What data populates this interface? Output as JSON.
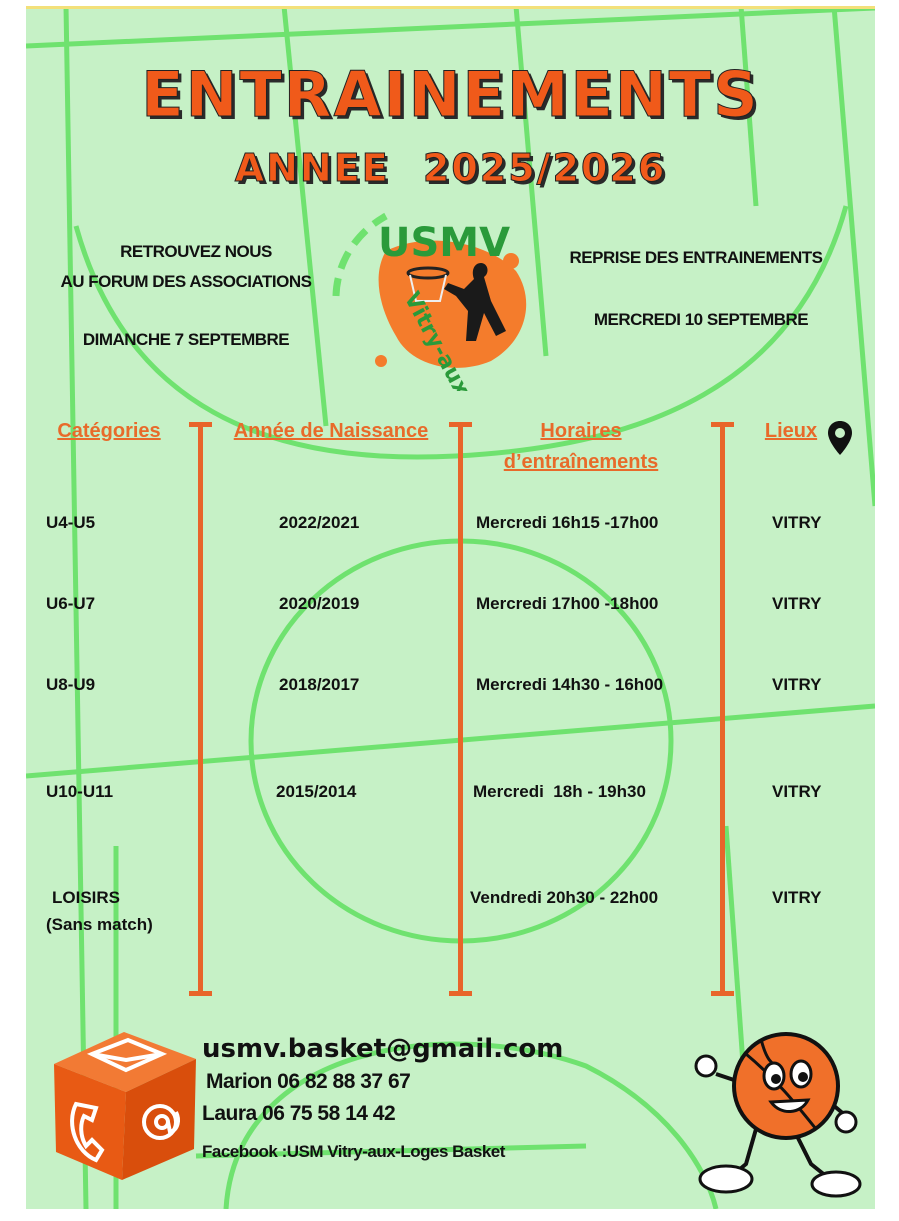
{
  "title": "ENTRAINEMENTS",
  "subtitle": "ANNEE  2025/2026",
  "forum": {
    "line1": "RETROUVEZ NOUS",
    "line2": "AU FORUM DES ASSOCIATIONS",
    "date": "DIMANCHE 7 SEPTEMBRE"
  },
  "reprise": {
    "line1": "REPRISE DES ENTRAINEMENTS",
    "date": "MERCREDI 10 SEPTEMBRE"
  },
  "logo": {
    "top": "USMV",
    "bottom": "Vitry-aux-Loges"
  },
  "headers": {
    "categories": "Catégories",
    "annee": "Année de Naissance",
    "horaires1": "Horaires",
    "horaires2": "d’entraînements",
    "lieux": "Lieux"
  },
  "rows": [
    {
      "cat": "U4-U5",
      "annee": "2022/2021",
      "horaire": "Mercredi 16h15 -17h00",
      "lieu": "VITRY"
    },
    {
      "cat": "U6-U7",
      "annee": "2020/2019",
      "horaire": "Mercredi 17h00 -18h00",
      "lieu": "VITRY"
    },
    {
      "cat": "U8-U9",
      "annee": "2018/2017",
      "horaire": "Mercredi 14h30 - 16h00",
      "lieu": "VITRY"
    },
    {
      "cat": "U10-U11",
      "annee": "2015/2014",
      "horaire": "Mercredi  18h - 19h30",
      "lieu": "VITRY"
    },
    {
      "cat": "LOISIRS",
      "cat2": "(Sans match)",
      "annee": "",
      "horaire": "Vendredi 20h30 - 22h00",
      "lieu": "VITRY"
    }
  ],
  "contact": {
    "email": "usmv.basket@gmail.com",
    "marion": "Marion 06 82 88 37 67",
    "laura": "Laura  06 75 58 14 42",
    "facebook": "Facebook :USM Vitry-aux-Loges Basket"
  },
  "colors": {
    "background": "#c6f1c6",
    "court_lines": "#6fe26f",
    "accent": "#f05a1a"
  },
  "icons": [
    "location-pin-icon",
    "contact-cube-icon",
    "basketball-mascot-icon",
    "basketball-player-icon"
  ]
}
